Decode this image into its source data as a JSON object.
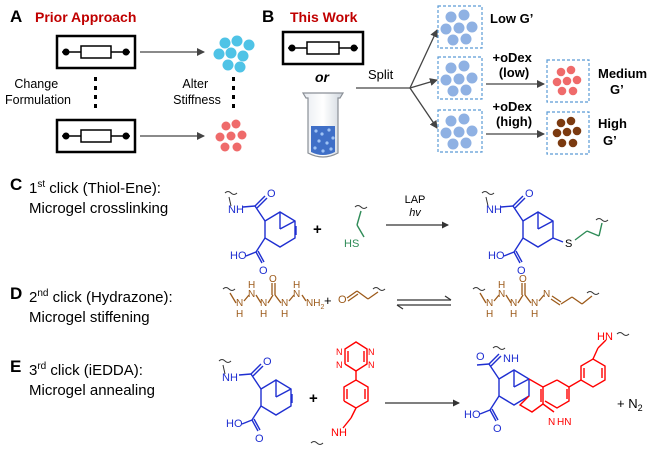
{
  "panelA": {
    "letter": "A",
    "title": "Prior Approach",
    "left_label": [
      "Change",
      "Formulation"
    ],
    "right_label": [
      "Alter",
      "Stiffness"
    ]
  },
  "panelB": {
    "letter": "B",
    "title": "This Work",
    "or_label": "or",
    "split_label": "Split",
    "low_label": "Low G’",
    "odex_low": [
      "+oDex",
      "(low)"
    ],
    "odex_high": [
      "+oDex",
      "(high)"
    ],
    "medium_label": [
      "Medium",
      "G’"
    ],
    "high_label": [
      "High",
      "G’"
    ]
  },
  "panelC": {
    "letter": "C",
    "title_pre": "1",
    "title_sup": "st",
    "title_post": " click (Thiol-Ene):",
    "subtitle": "Microgel crosslinking",
    "reagent_top": "LAP",
    "reagent_bottom": "hv",
    "nh": "NH",
    "o": "O",
    "oh": "HO",
    "plus": "+",
    "hs": "HS",
    "s": "S"
  },
  "panelD": {
    "letter": "D",
    "title_pre": "2",
    "title_sup": "nd",
    "title_post": " click (Hydrazone):",
    "subtitle": "Microgel stiffening",
    "n": "N",
    "h": "H",
    "o": "O",
    "nh2": "NH",
    "nh2_sub": "2",
    "plus": "+"
  },
  "panelE": {
    "letter": "E",
    "title_pre": "3",
    "title_sup": "rd",
    "title_post": " click (iEDDA):",
    "subtitle": "Microgel annealing",
    "nh": "NH",
    "o": "O",
    "oh": "HO",
    "n": "N",
    "hn": "HN",
    "plus": "+",
    "byproduct": "+ N",
    "byproduct_sub": "2"
  },
  "colors": {
    "title_red": "#c00000",
    "blue_dot": "#8fb1e3",
    "cyan_dot": "#4fc3e6",
    "pink_dot": "#ef6b6b",
    "brown_dot": "#7b3a10",
    "bond_blue": "#1f2fd1",
    "bond_green": "#2e8b57",
    "bond_brown": "#9c5a1a",
    "bond_red": "#ff0000",
    "dashed_box": "#5b9bd5"
  }
}
